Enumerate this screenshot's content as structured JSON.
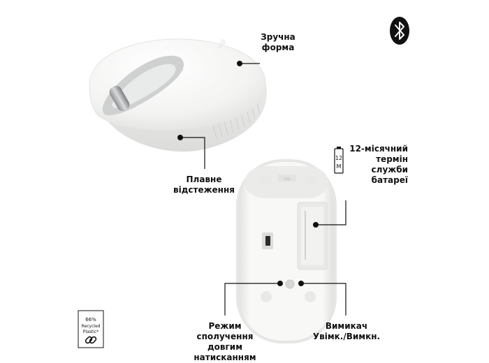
{
  "features": {
    "ergonomic_shape": "Зручна\nформа",
    "smooth_tracking": "Плавне\nвідстеження",
    "battery_life": "12-місячний\nтермін\nслужби\nбатареї",
    "pairing_mode": "Режим сполучення\nдовгим\nнатисканням",
    "power_switch": "Вимикач\nУвімк./Вимкн."
  },
  "battery_badge": {
    "value": "12",
    "unit": "M"
  },
  "recycled_badge": {
    "percent": "66%",
    "line1": "Recycled",
    "line2": "Plastic*"
  },
  "bottom_logo": "logi",
  "icons": {
    "bluetooth": "bluetooth-icon",
    "battery": "battery-icon",
    "recycle": "recycle-icon"
  },
  "colors": {
    "mouse_body": "#f7f7f6",
    "scroll_accent": "#c9cbcb",
    "ink": "#111111"
  }
}
